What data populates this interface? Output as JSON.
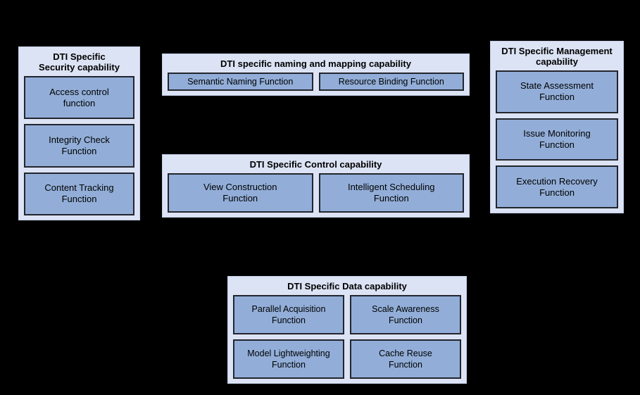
{
  "diagram": {
    "background_color": "#000000",
    "panel_fill": "#dce3f4",
    "box_fill": "#92aed8",
    "box_border": "#23252d",
    "panels": [
      {
        "id": "security",
        "title": "DTI Specific\nSecurity capability",
        "layout": "stack",
        "functions": [
          "Access control\nfunction",
          "Integrity Check\nFunction",
          "Content Tracking\nFunction"
        ]
      },
      {
        "id": "naming-mapping",
        "title": "DTI specific naming and mapping capability",
        "layout": "row",
        "functions": [
          "Semantic Naming Function",
          "Resource Binding Function"
        ]
      },
      {
        "id": "management",
        "title": "DTI Specific Management\ncapability",
        "layout": "stack",
        "functions": [
          "State Assessment\nFunction",
          "Issue Monitoring\nFunction",
          "Execution Recovery\nFunction"
        ]
      },
      {
        "id": "control",
        "title": "DTI Specific Control capability",
        "layout": "row",
        "functions": [
          "View Construction\nFunction",
          "Intelligent Scheduling\nFunction"
        ]
      },
      {
        "id": "data",
        "title": "DTI Specific Data capability",
        "layout": "grid",
        "functions": [
          "Parallel Acquisition\nFunction",
          "Scale Awareness\nFunction",
          "Model Lightweighting\nFunction",
          "Cache Reuse\nFunction"
        ]
      }
    ]
  }
}
